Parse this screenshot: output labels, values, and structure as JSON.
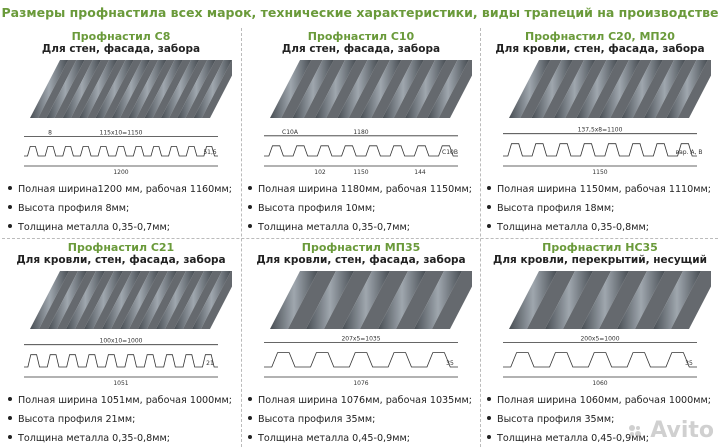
{
  "page_title": "Размеры профнастила всех марок, технические характеристики, виды трапеций на производстве",
  "watermark": "Avito",
  "colors": {
    "accent": "#6a9a3a",
    "sheet_dark": "#3e444a",
    "sheet_light": "#9aa2aa"
  },
  "products": [
    {
      "name": "Профнастил С8",
      "use": "Для стен, фасада, забора",
      "specs": [
        "Полная ширина1200 мм, рабочая 1160мм;",
        "Высота профиля 8мм;",
        "Толщина металла 0,35-0,7мм;"
      ],
      "drawing_labels": [
        "115х10=1150",
        "1200",
        "51,5",
        "8"
      ],
      "profile": {
        "ribs": 11,
        "height": 0.25
      }
    },
    {
      "name": "Профнастил С10",
      "use": "Для стен, фасада, забора",
      "specs": [
        "Полная ширина 1180мм, рабочая 1150мм;",
        "Высота профиля 10мм;",
        "Толщина металла 0,35-0,7мм;"
      ],
      "drawing_labels": [
        "1180",
        "1150",
        "С10В",
        "С10А",
        "102",
        "144"
      ],
      "profile": {
        "ribs": 8,
        "height": 0.3
      }
    },
    {
      "name": "Профнастил С20, МП20",
      "use": "Для кровли, стен, фасада, забора",
      "specs": [
        "Полная ширина 1150мм, рабочая 1110мм;",
        "Высота профиля 18мм;",
        "Толщина металла 0,35-0,8мм;"
      ],
      "drawing_labels": [
        "137,5х8=1100",
        "1150",
        "вар. А, В"
      ],
      "profile": {
        "ribs": 8,
        "height": 0.45
      }
    },
    {
      "name": "Профнастил С21",
      "use": "Для кровли, стен, фасада, забора",
      "specs": [
        "Полная ширина 1051мм, рабочая 1000мм;",
        "Высота профиля 21мм;",
        "Толщина металла 0,35-0,8мм;"
      ],
      "drawing_labels": [
        "100х10=1000",
        "1051",
        "21"
      ],
      "profile": {
        "ribs": 10,
        "height": 0.45
      }
    },
    {
      "name": "Профнастил МП35",
      "use": "Для кровли, стен, фасада, забора",
      "specs": [
        "Полная ширина 1076мм, рабочая 1035мм;",
        "Высота профиля 35мм;",
        "Толщина металла 0,45-0,9мм;"
      ],
      "drawing_labels": [
        "207х5=1035",
        "1076",
        "35"
      ],
      "profile": {
        "ribs": 5,
        "height": 0.6
      }
    },
    {
      "name": "Профнастил НС35",
      "use": "Для кровли, перекрытий, несущий",
      "specs": [
        "Полная ширина 1060мм, рабочая 1000мм;",
        "Высота профиля 35мм;",
        "Толщина металла 0,45-0,9мм;"
      ],
      "drawing_labels": [
        "200х5=1000",
        "1060",
        "35"
      ],
      "profile": {
        "ribs": 5,
        "height": 0.6
      }
    }
  ]
}
